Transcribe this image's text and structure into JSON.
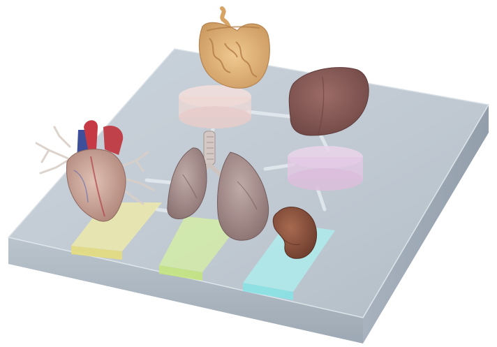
{
  "scene": {
    "description_visible_text": "",
    "organs": [
      {
        "id": "intestine",
        "icon": "intestine-icon"
      },
      {
        "id": "liver",
        "icon": "liver-icon"
      },
      {
        "id": "heart",
        "icon": "heart-icon"
      },
      {
        "id": "lungs",
        "icon": "lungs-icon"
      },
      {
        "id": "kidney",
        "icon": "kidney-icon"
      }
    ],
    "wells": [
      {
        "id": "well-intestine",
        "color": "#f1dcdc"
      },
      {
        "id": "well-liver",
        "color": "#e8cce8"
      }
    ],
    "pads": [
      {
        "id": "pad-heart",
        "color": "#f3f0a8"
      },
      {
        "id": "pad-lungs",
        "color": "#d5f0a0"
      },
      {
        "id": "pad-kidney",
        "color": "#a8f0f0"
      }
    ],
    "colors": {
      "chip_top": "#c4cdd6",
      "chip_front": "#a9b4bf",
      "chip_side": "#9aa6b2",
      "intestine": "#e3b67a",
      "liver": "#8a5d5a",
      "heart": "#c99b8f",
      "lungs": "#a8908f",
      "kidney": "#8a5540"
    }
  }
}
